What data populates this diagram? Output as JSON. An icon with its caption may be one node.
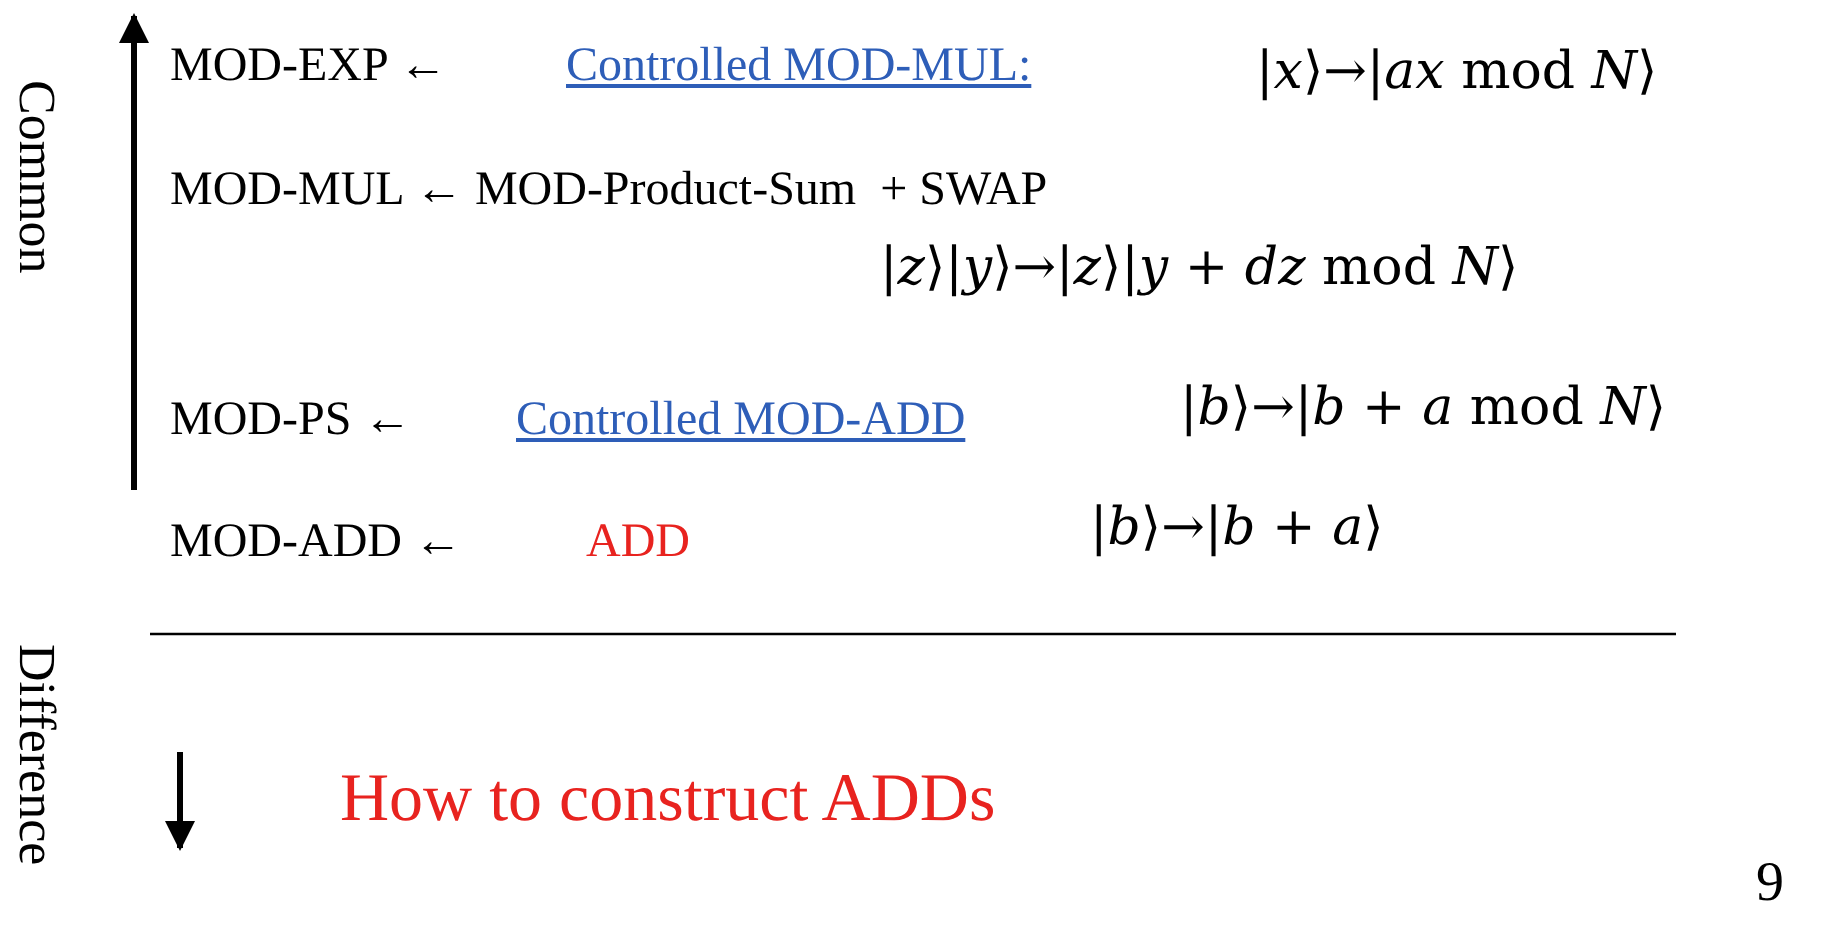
{
  "diagram": {
    "labels": [
      "Common",
      "MOD-EXP ←",
      "Controlled MOD-MUL:",
      "|*x*⟩→|*ax* mod *N*⟩",
      "MOD-MUL ← MOD-Product-Sum  + SWAP",
      "|*z*⟩|*y*⟩→|*z*⟩|*y* + *dz* mod *N*⟩",
      "MOD-PS ←",
      "Controlled MOD-ADD",
      "|*b*⟩→|*b* + *a* mod *N*⟩",
      "MOD-ADD ←",
      "ADD",
      "|*b*⟩→|*b* + *a*⟩",
      "Difference",
      "How to construct ADDs",
      "9"
    ]
  }
}
